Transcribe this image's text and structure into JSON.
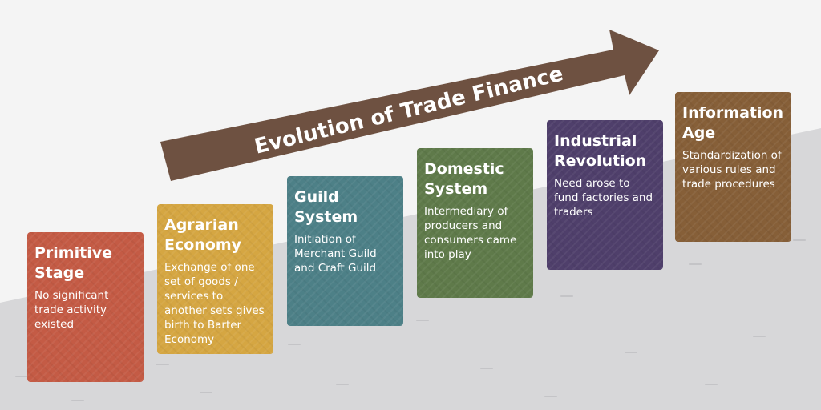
{
  "arrow": {
    "label": "Evolution of Trade Finance",
    "color": "#6e5141"
  },
  "background": {
    "page_color": "#f4f4f4",
    "slope_color": "#d7d7d9"
  },
  "stages": [
    {
      "title_line1": "Primitive",
      "title_line2": "Stage",
      "description": "No significant trade activity existed",
      "color": "#c45b45"
    },
    {
      "title_line1": "Agrarian",
      "title_line2": "Economy",
      "description": "Exchange of one set of goods / services to another sets gives birth to Barter Economy",
      "color": "#d5a642"
    },
    {
      "title_line1": "Guild",
      "title_line2": "System",
      "description": "Initiation of Merchant Guild and Craft Guild",
      "color": "#4d8087"
    },
    {
      "title_line1": "Domestic",
      "title_line2": "System",
      "description": "Intermediary of producers and consumers came into play",
      "color": "#5f7a4a"
    },
    {
      "title_line1": "Industrial",
      "title_line2": "Revolution",
      "description": "Need arose to fund factories and traders",
      "color": "#4f3f6b"
    },
    {
      "title_line1": "Information",
      "title_line2": "Age",
      "description": "Standardization of various rules and trade procedures",
      "color": "#865f38"
    }
  ]
}
